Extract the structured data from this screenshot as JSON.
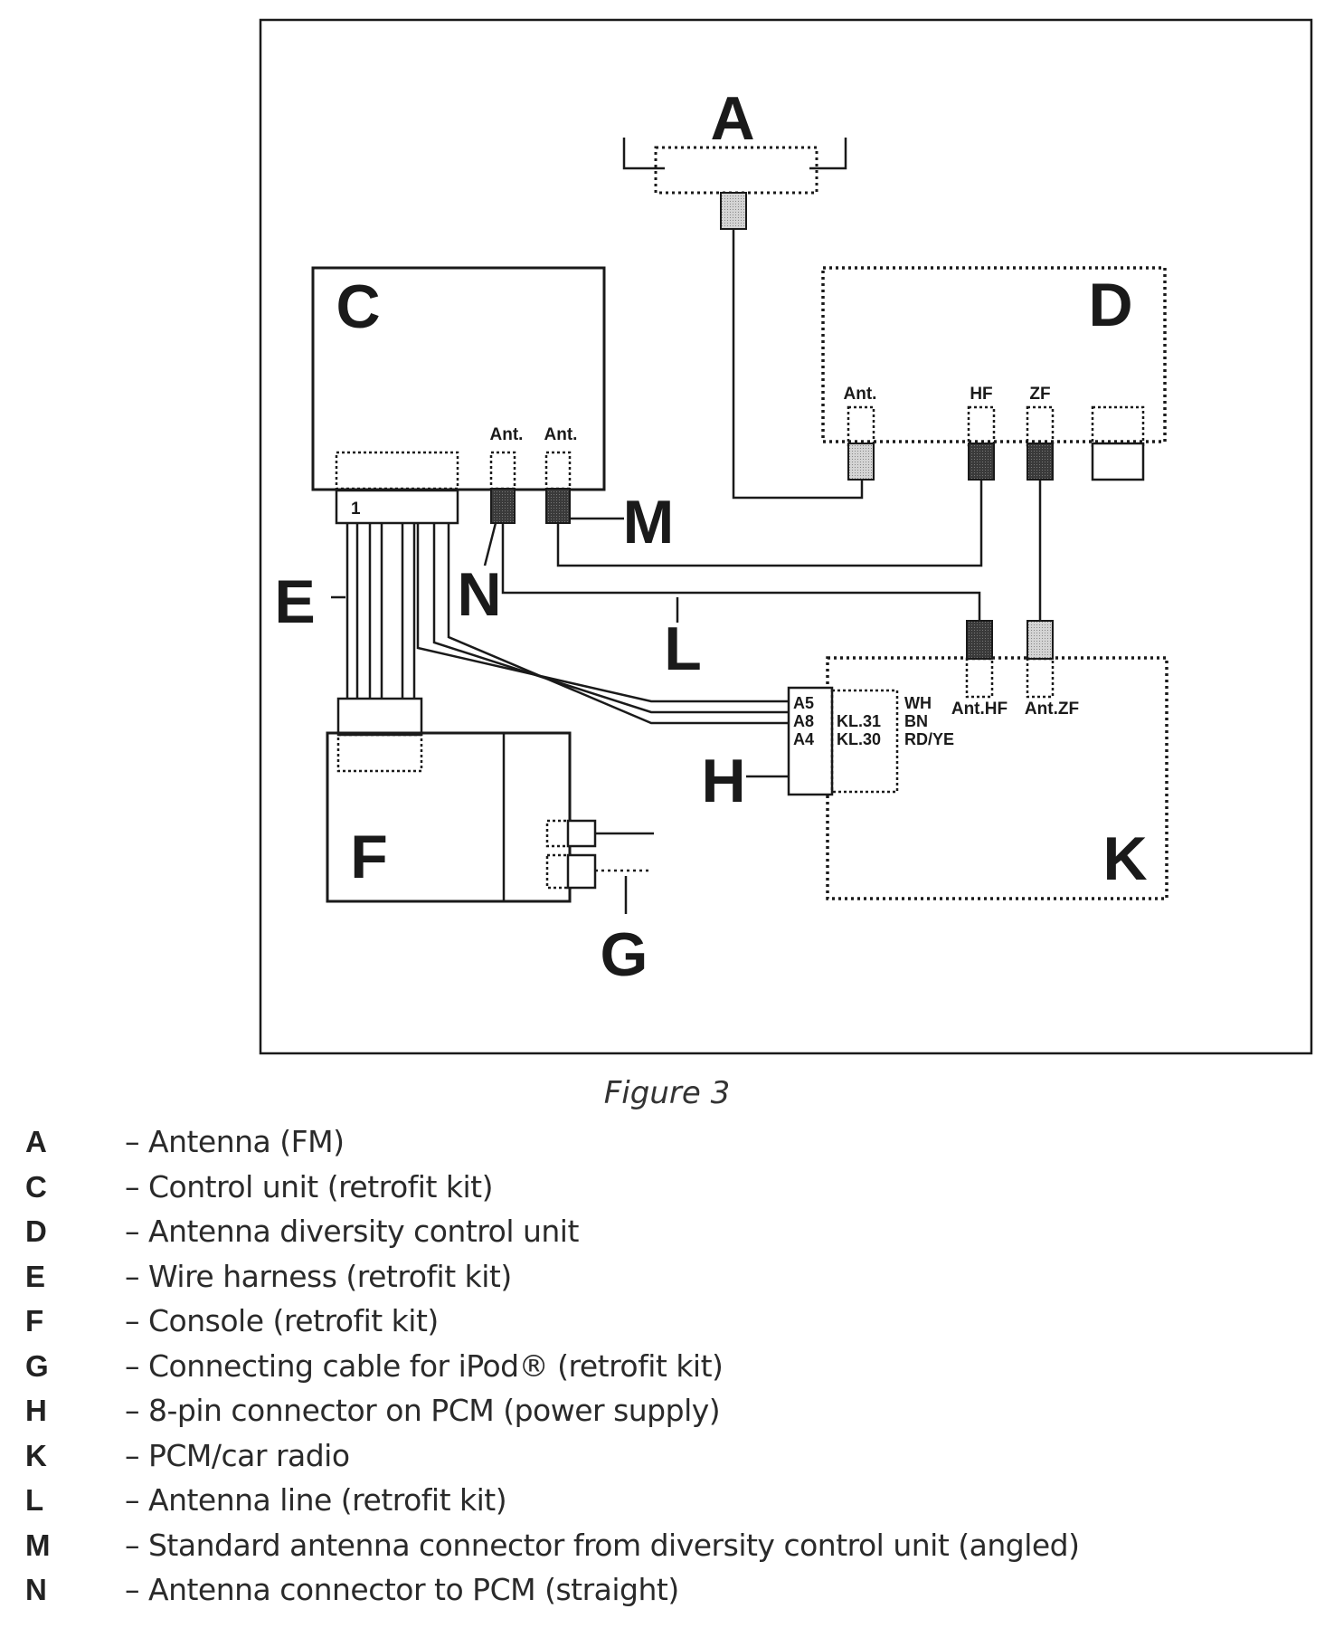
{
  "diagram": {
    "component_labels": {
      "A": "A",
      "C": "C",
      "D": "D",
      "E": "E",
      "F": "F",
      "G": "G",
      "H": "H",
      "K": "K",
      "L": "L",
      "M": "M",
      "N": "N"
    },
    "port_labels": {
      "c_ant_1": "Ant.",
      "c_ant_2": "Ant.",
      "c_pin_1": "1",
      "d_ant": "Ant.",
      "d_hf": "HF",
      "d_zf": "ZF",
      "k_ant_hf": "Ant.HF",
      "k_ant_zf": "Ant.ZF"
    },
    "pins": [
      {
        "pin": "A5",
        "terminal": "",
        "wire": "WH"
      },
      {
        "pin": "A8",
        "terminal": "KL.31",
        "wire": "BN"
      },
      {
        "pin": "A4",
        "terminal": "KL.30",
        "wire": "RD/YE"
      }
    ],
    "colors": {
      "line": "#1a1a1a",
      "connector_dark": "#3a3a3a",
      "connector_light": "#c8c8c8"
    }
  },
  "caption": "Figure 3",
  "legend": [
    {
      "key": "A",
      "desc": "– Antenna (FM)"
    },
    {
      "key": "C",
      "desc": "– Control unit (retrofit kit)"
    },
    {
      "key": "D",
      "desc": "– Antenna diversity control unit"
    },
    {
      "key": "E",
      "desc": "– Wire harness (retrofit kit)"
    },
    {
      "key": "F",
      "desc": "– Console (retrofit kit)"
    },
    {
      "key": "G",
      "desc": "– Connecting cable for iPod® (retrofit kit)"
    },
    {
      "key": "H",
      "desc": "– 8-pin connector on PCM (power supply)"
    },
    {
      "key": "K",
      "desc": "– PCM/car radio"
    },
    {
      "key": "L",
      "desc": "– Antenna line (retrofit kit)"
    },
    {
      "key": "M",
      "desc": "– Standard antenna connector from diversity control unit (angled)"
    },
    {
      "key": "N",
      "desc": "– Antenna connector to PCM (straight)"
    }
  ]
}
